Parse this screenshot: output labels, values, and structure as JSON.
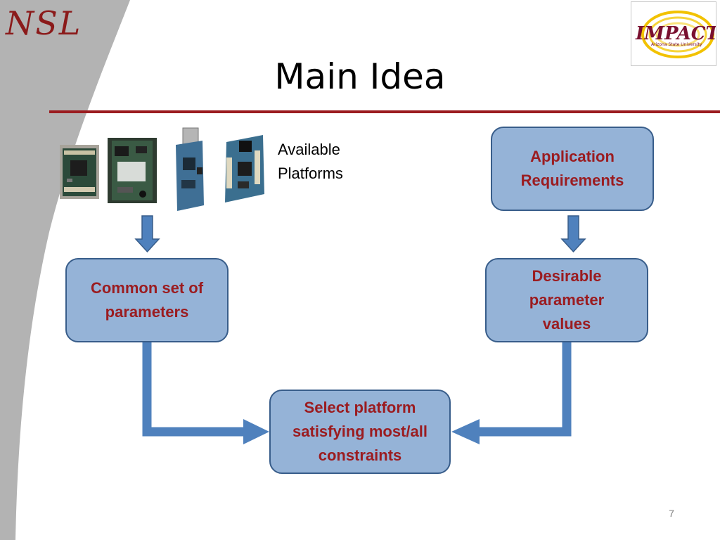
{
  "logos": {
    "nsl": "NSL",
    "impact": "IMPACT",
    "impact_subtitle": "Arizona State University"
  },
  "title": "Main Idea",
  "platforms_caption": [
    "Available",
    "Platforms"
  ],
  "boxes": {
    "app_requirements": [
      "Application",
      "Requirements"
    ],
    "common_params": [
      "Common set of",
      "parameters"
    ],
    "desirable_values": [
      "Desirable",
      "parameter",
      "values"
    ],
    "select_platform": [
      "Select platform",
      "satisfying most/all",
      "constraints"
    ]
  },
  "page_number": "7",
  "colors": {
    "box_fill": "#95b3d7",
    "box_border": "#385d8a",
    "box_text": "#9b1c20",
    "arrow": "#4f81bd",
    "rule": "#9b1c20",
    "sidebar": "#b3b3b3"
  }
}
